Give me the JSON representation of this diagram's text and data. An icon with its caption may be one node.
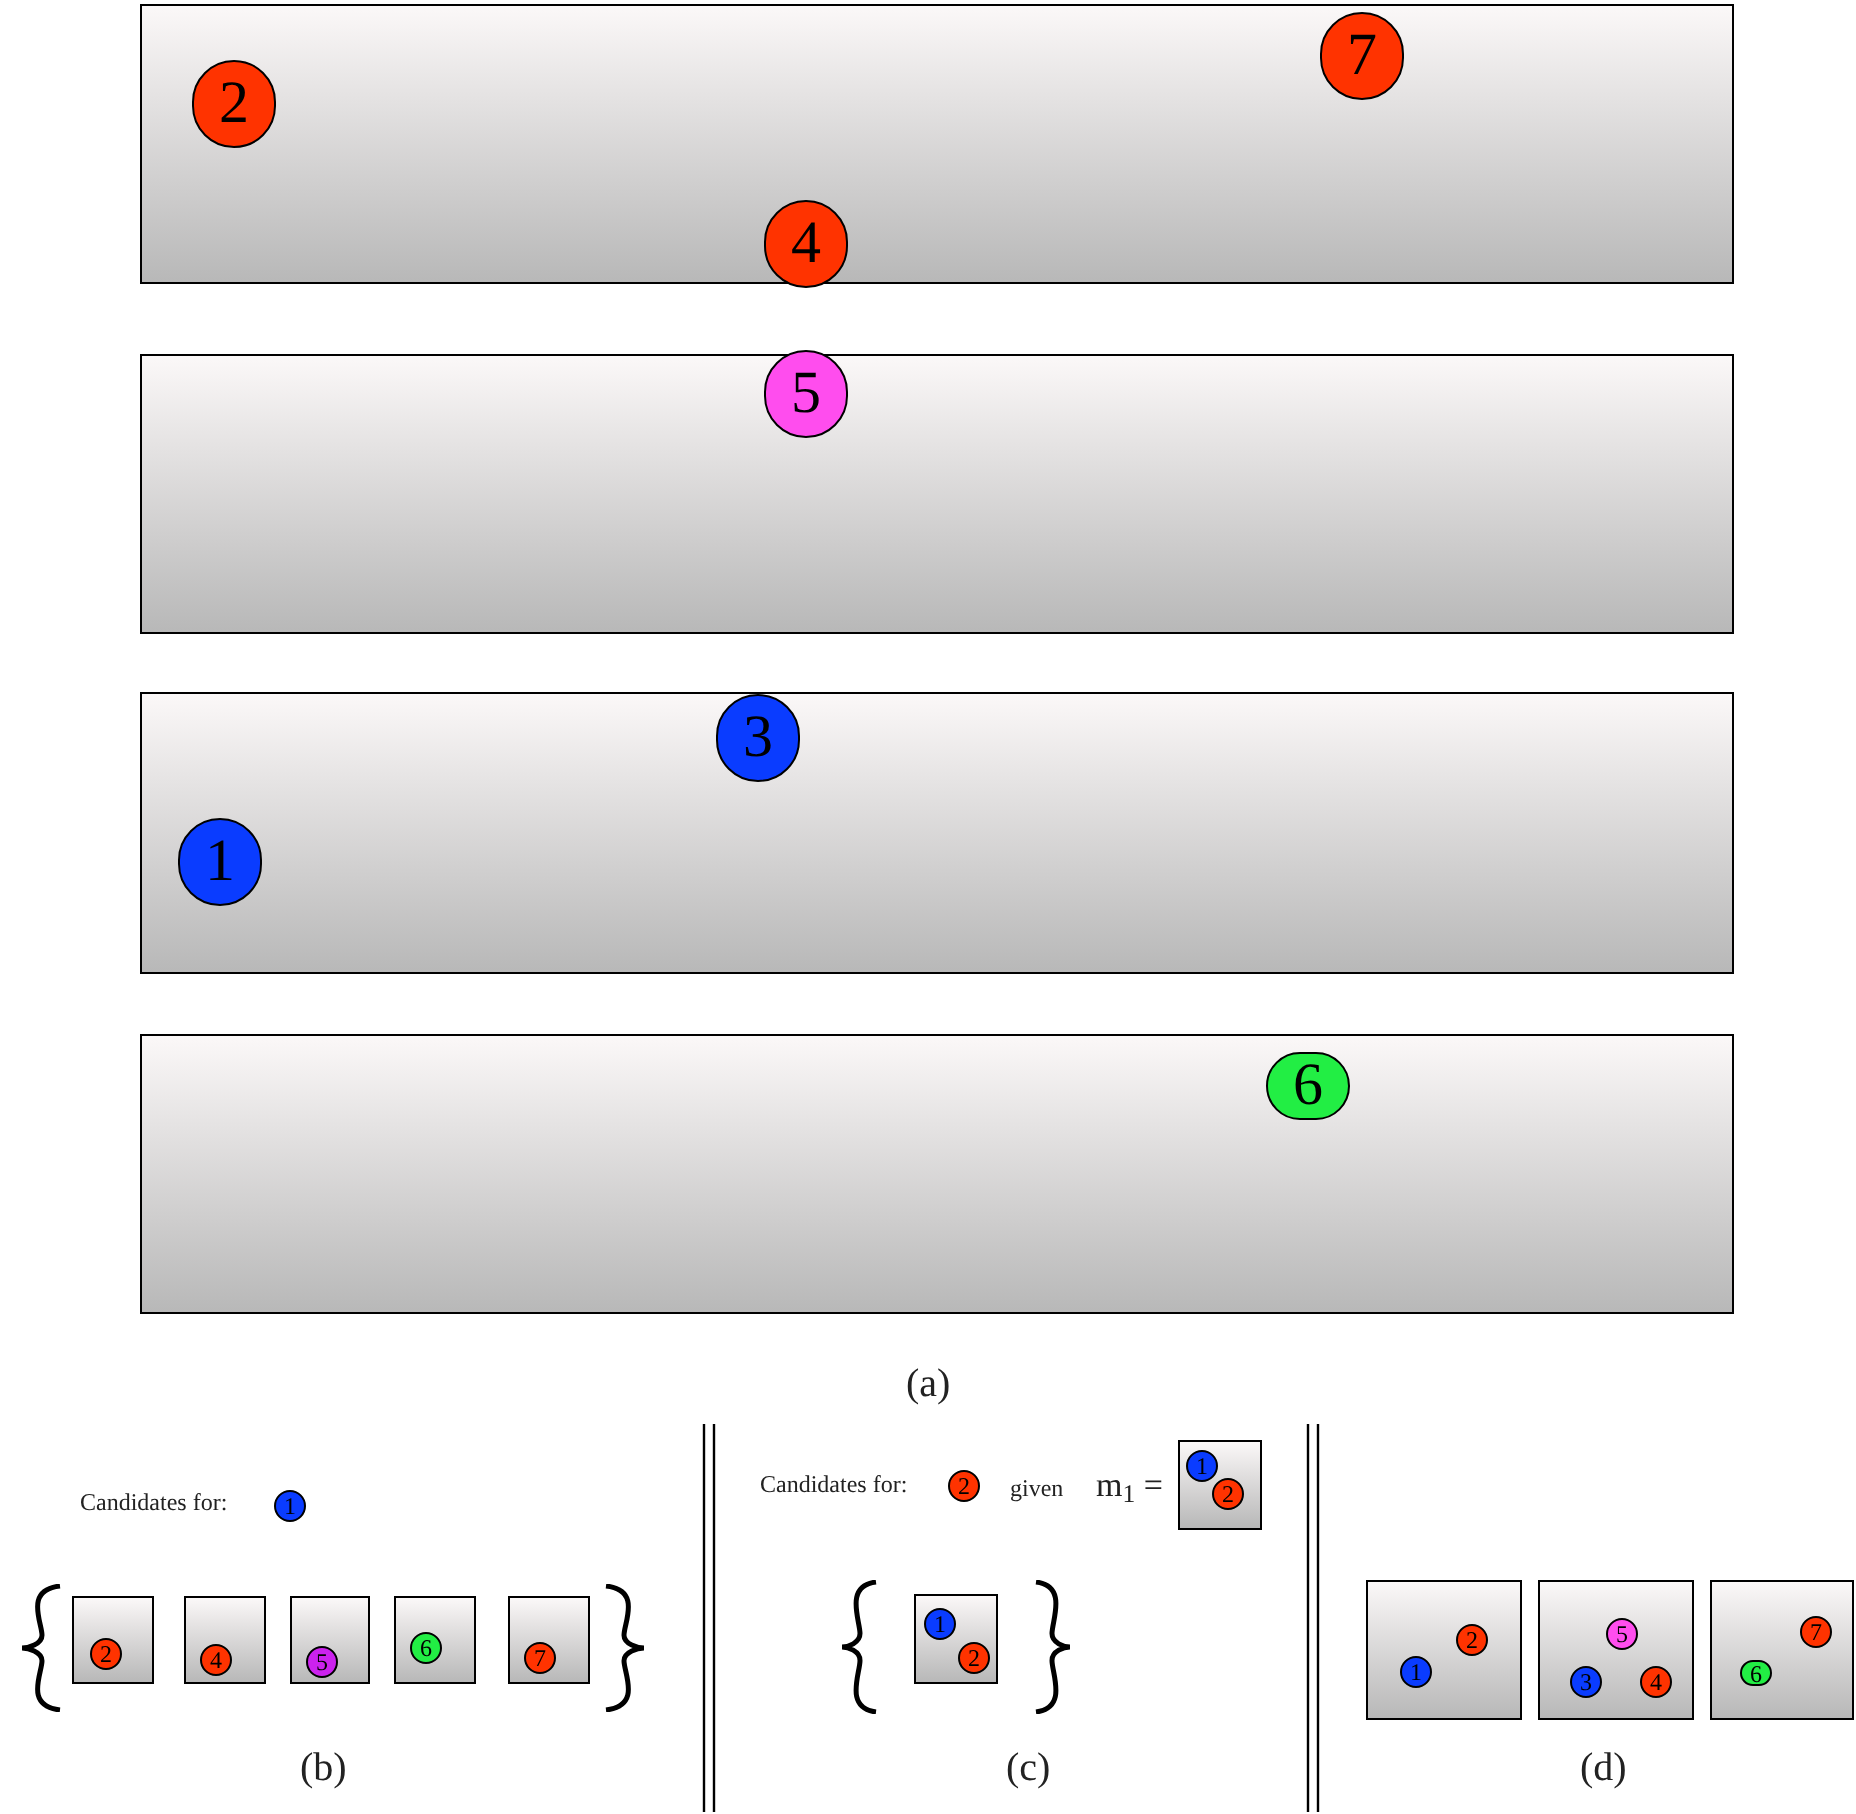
{
  "diagram": {
    "nodes": [
      {
        "text": [],
        "shape": "box"
      },
      {
        "text": [
          "2"
        ],
        "in": 0
      },
      {
        "text": [
          "7"
        ],
        "in": 0
      },
      {
        "text": [
          "4"
        ],
        "in": 0
      },
      {
        "text": [],
        "shape": "box"
      },
      {
        "text": [
          "5"
        ],
        "in": 4
      },
      {
        "text": [],
        "shape": "box"
      },
      {
        "text": [
          "3"
        ],
        "in": 6
      },
      {
        "text": [
          "1"
        ],
        "in": 6
      },
      {
        "text": [],
        "shape": "box"
      },
      {
        "text": [
          "6"
        ],
        "in": 9
      },
      {
        "text": [
          "1"
        ]
      },
      {
        "text": [],
        "shape": "box"
      },
      {
        "text": [
          "2"
        ],
        "in": 12
      },
      {
        "text": [],
        "shape": "box"
      },
      {
        "text": [
          "4"
        ],
        "in": 14
      },
      {
        "text": [],
        "shape": "box"
      },
      {
        "text": [
          "5"
        ],
        "in": 16
      },
      {
        "text": [],
        "shape": "box"
      },
      {
        "text": [
          "6"
        ],
        "in": 18
      },
      {
        "text": [],
        "shape": "box"
      },
      {
        "text": [
          "7"
        ],
        "in": 20
      },
      {
        "text": [
          "2"
        ]
      },
      {
        "text": [],
        "shape": "box"
      },
      {
        "text": [
          "1"
        ],
        "in": 23
      },
      {
        "text": [
          "2"
        ],
        "in": 23
      },
      {
        "text": [],
        "shape": "box"
      },
      {
        "text": [
          "1"
        ],
        "in": 26
      },
      {
        "text": [
          "2"
        ],
        "in": 26
      },
      {
        "text": [],
        "shape": "box"
      },
      {
        "text": [
          "1"
        ],
        "in": 29
      },
      {
        "text": [
          "2"
        ],
        "in": 29
      },
      {
        "text": [],
        "shape": "box"
      },
      {
        "text": [
          "5"
        ],
        "in": 32
      },
      {
        "text": [
          "3"
        ],
        "in": 32
      },
      {
        "text": [
          "4"
        ],
        "in": 32
      },
      {
        "text": [],
        "shape": "box"
      },
      {
        "text": [
          "6"
        ],
        "in": 36
      },
      {
        "text": [
          "7"
        ],
        "in": 36
      }
    ],
    "labels": [
      "(a)",
      "Candidates for:",
      "(b)",
      "Candidates for:",
      "given",
      "m$_{1}$ =",
      "(c)",
      "(d)"
    ]
  }
}
